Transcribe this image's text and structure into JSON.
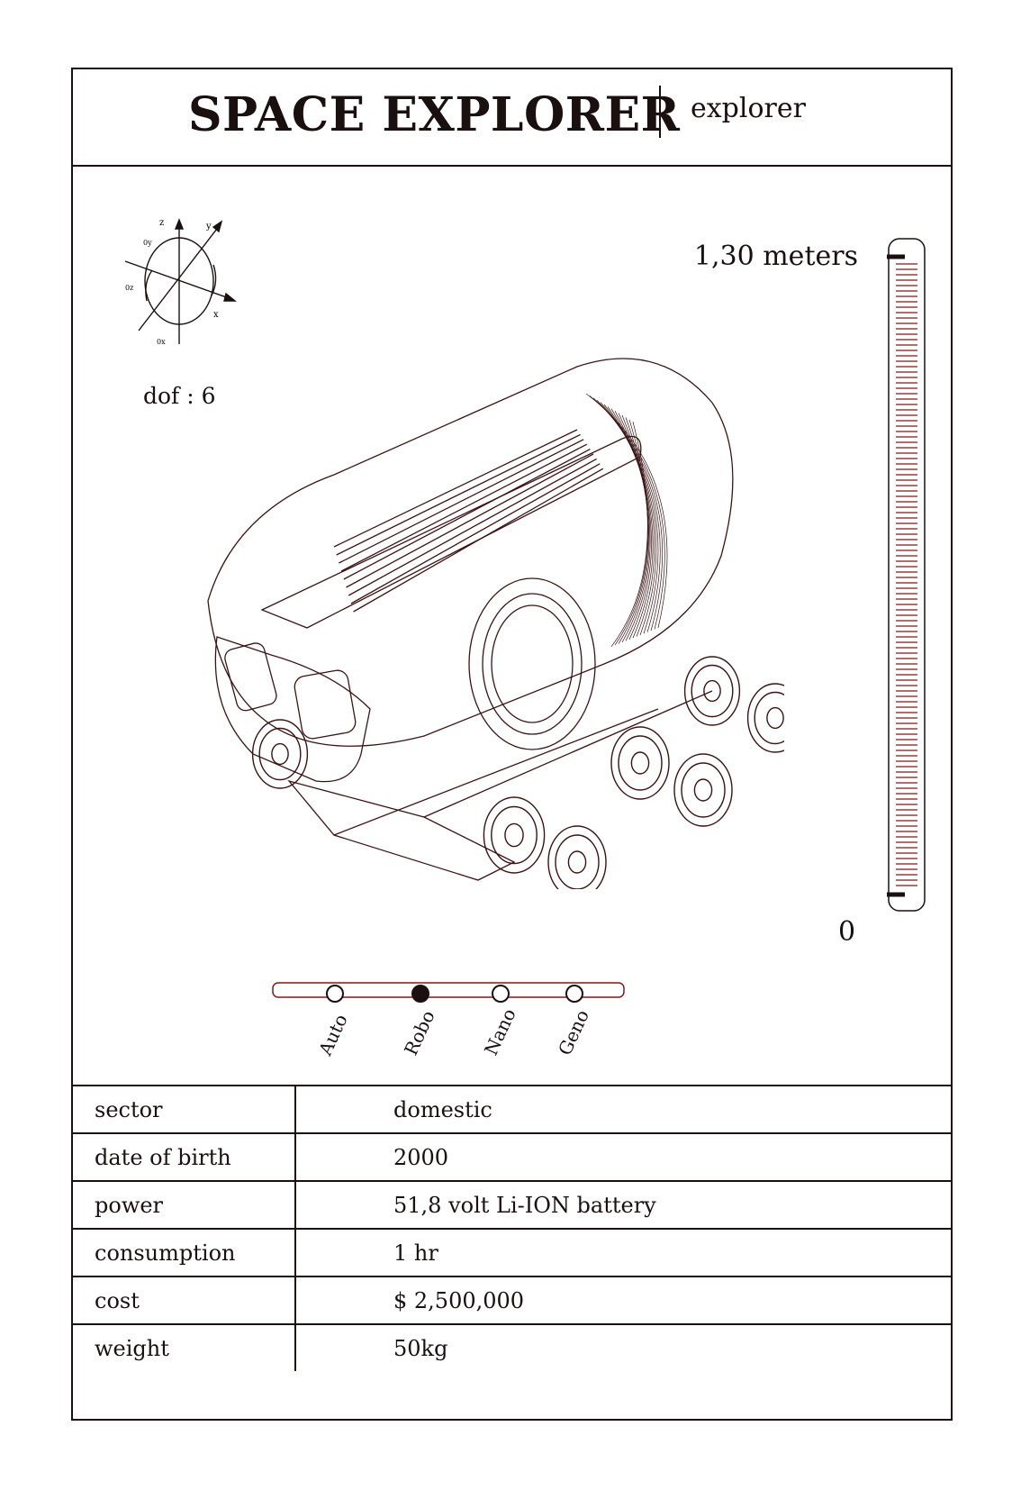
{
  "header": {
    "title": "SPACE EXPLORER",
    "subtitle": "explorer"
  },
  "axes": {
    "labels": {
      "z": "z",
      "y": "y",
      "x": "x",
      "oy": "0y",
      "oz": "0z",
      "ox": "0x"
    }
  },
  "dof": "dof : 6",
  "scale": {
    "top_label": "1,30 meters",
    "bottom_label": "0"
  },
  "selector": {
    "options": [
      "Auto",
      "Robo",
      "Nano",
      "Geno"
    ],
    "selected": "Robo"
  },
  "specs": [
    {
      "key": "sector",
      "value": "domestic"
    },
    {
      "key": "date of birth",
      "value": "2000"
    },
    {
      "key": "power",
      "value": "51,8 volt Li-ION battery"
    },
    {
      "key": "consumption",
      "value": "1 hr"
    },
    {
      "key": "cost",
      "value": "$ 2,500,000"
    },
    {
      "key": "weight",
      "value": "50kg"
    }
  ],
  "colors": {
    "ink": "#1a1010",
    "accent": "#7a1a1a"
  }
}
